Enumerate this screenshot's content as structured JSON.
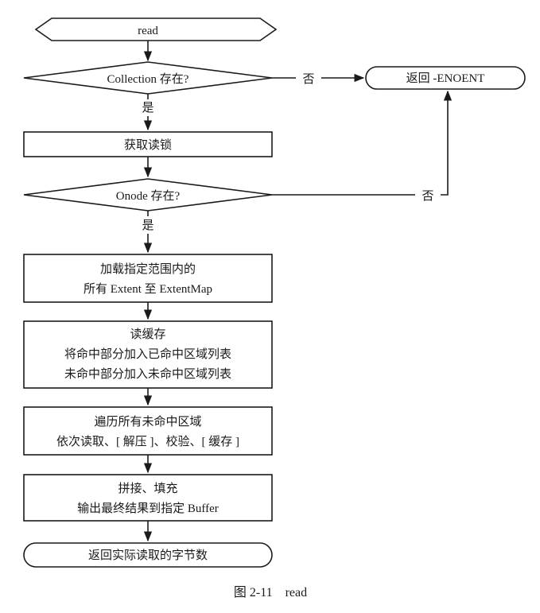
{
  "diagram": {
    "start": "read",
    "decision_collection": "Collection 存在?",
    "decision_onode": "Onode 存在?",
    "no_label": "否",
    "yes_label": "是",
    "return_error": "返回 -ENOENT",
    "acquire_lock": "获取读锁",
    "load_extents": [
      "加载指定范围内的",
      "所有 Extent 至 ExtentMap"
    ],
    "read_cache": [
      "读缓存",
      "将命中部分加入已命中区域列表",
      "未命中部分加入未命中区域列表"
    ],
    "traverse_miss": [
      "遍历所有未命中区域",
      "依次读取、[ 解压 ]、校验、[ 缓存 ]"
    ],
    "assemble": [
      "拼接、填充",
      "输出最终结果到指定 Buffer"
    ],
    "return_bytes": "返回实际读取的字节数"
  },
  "caption": "图 2-11    read"
}
